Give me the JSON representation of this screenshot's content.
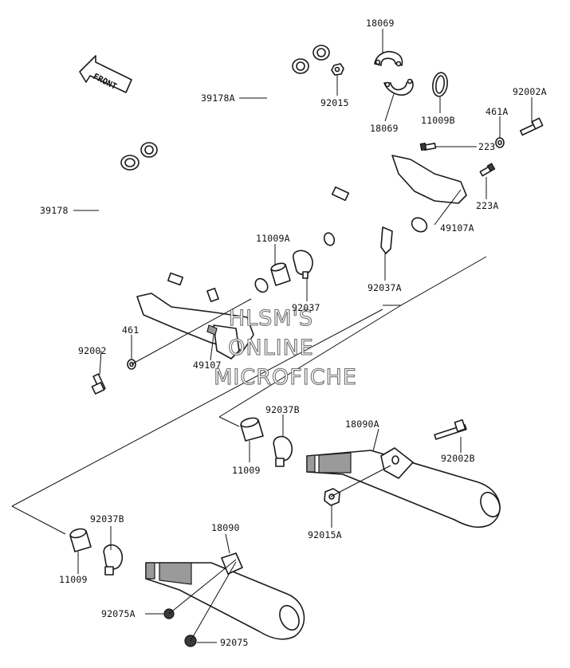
{
  "watermark": {
    "line1": "HLSM'S",
    "line2": "ONLINE",
    "line3": "MICROFICHE"
  },
  "front_arrow": {
    "label": "FRONT"
  },
  "callouts": {
    "p18069_top": "18069",
    "p18069_bottom": "18069",
    "p92015": "92015",
    "p11009B": "11009B",
    "p92002A": "92002A",
    "p39178A": "39178A",
    "p461A": "461A",
    "p223": "223",
    "p223A": "223A",
    "p39178": "39178",
    "p49107A": "49107A",
    "p11009A": "11009A",
    "p92037A": "92037A",
    "p92037": "92037",
    "p461": "461",
    "p92002": "92002",
    "p49107": "49107",
    "p92037B_right": "92037B",
    "p18090A": "18090A",
    "p11009_right": "11009",
    "p92002B": "92002B",
    "p92015A": "92015A",
    "p92037B_left": "92037B",
    "p18090": "18090",
    "p11009_left": "11009",
    "p92075A": "92075A",
    "p92075": "92075"
  }
}
